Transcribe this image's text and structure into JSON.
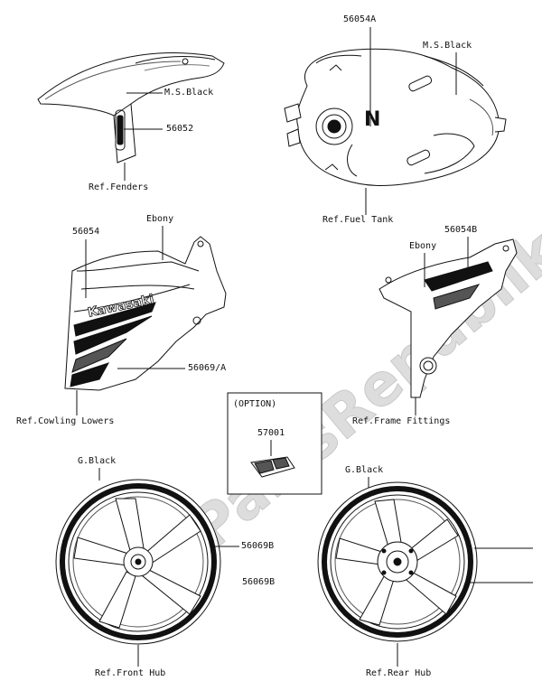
{
  "watermark": {
    "text": "PartsRepublik",
    "color": "#d9d9d9"
  },
  "parts": {
    "fender": {
      "part_label": "56052",
      "color_label": "M.S.Black",
      "ref_label": "Ref.Fenders"
    },
    "tank": {
      "part_label": "56054A",
      "color_label": "M.S.Black",
      "ref_label": "Ref.Fuel Tank",
      "emblem": "N"
    },
    "cowling": {
      "part_label": "56054",
      "color_label": "Ebony",
      "stripe_label": "56069/A",
      "brand_text": "Kawasaki",
      "ref_label": "Ref.Cowling Lowers"
    },
    "frame": {
      "part_label": "56054B",
      "color_label": "Ebony",
      "ref_label": "Ref.Frame Fittings"
    },
    "option": {
      "title": "(OPTION)",
      "part_label": "57001"
    },
    "front_wheel": {
      "color_label": "G.Black",
      "part_label": "56069B",
      "ref_label": "Ref.Front Hub"
    },
    "rear_wheel": {
      "color_label": "G.Black",
      "part_label": "56069B",
      "ref_label": "Ref.Rear Hub"
    }
  }
}
